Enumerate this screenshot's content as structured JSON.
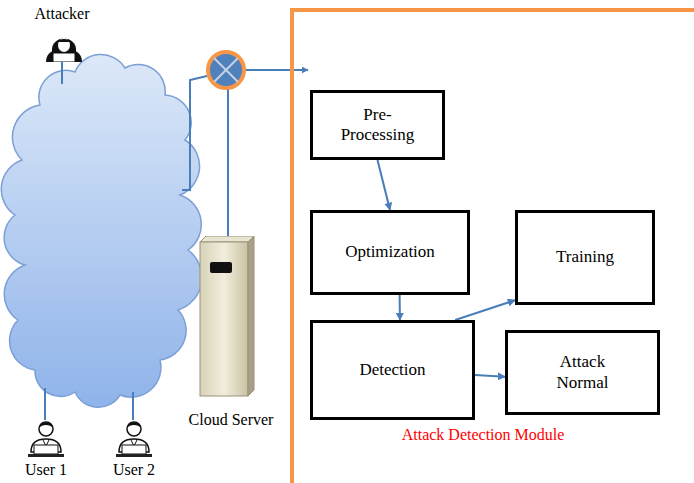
{
  "diagram": {
    "nodes": [
      {
        "text": [
          "Attacker"
        ]
      },
      {
        "text": [
          "User 1"
        ]
      },
      {
        "text": [
          "User 2"
        ]
      },
      {
        "text": [
          "Cloud Server"
        ]
      },
      {
        "text": [
          "Attack Detection Module"
        ]
      },
      {
        "text": [
          "Pre- Processing"
        ],
        "in": 4
      },
      {
        "text": [
          "Optimization"
        ],
        "in": 4
      },
      {
        "text": [
          "Training"
        ],
        "in": 4
      },
      {
        "text": [
          "Detection"
        ],
        "in": 4
      },
      {
        "text": [
          "Attack Normal"
        ],
        "in": 4
      }
    ],
    "edges": [
      {
        "from": 5,
        "to": 6,
        "arrow": "to"
      },
      {
        "from": 6,
        "to": 8,
        "arrow": "to"
      },
      {
        "from": 8,
        "to": 7,
        "arrow": "to"
      },
      {
        "from": 8,
        "to": 9,
        "arrow": "to"
      }
    ]
  }
}
